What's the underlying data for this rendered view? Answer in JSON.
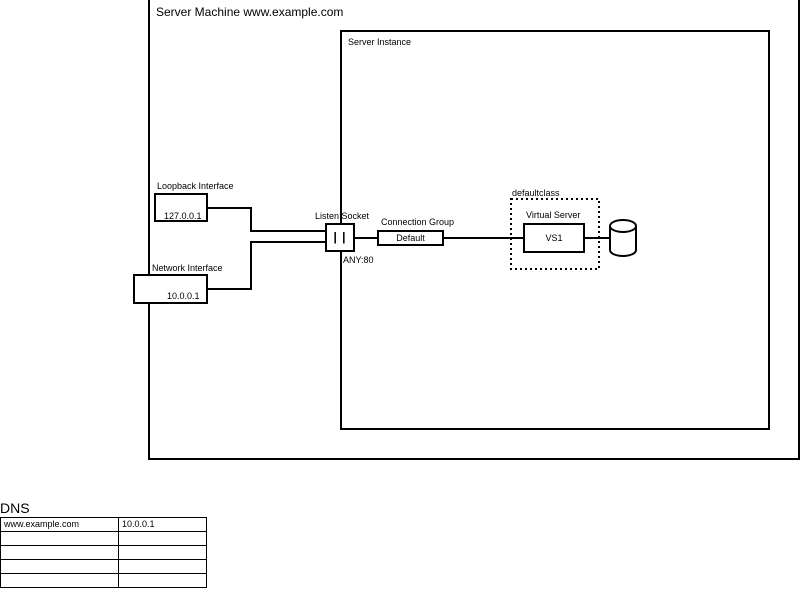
{
  "server_machine": {
    "title": "Server Machine www.example.com"
  },
  "server_instance": {
    "title": "Server Instance"
  },
  "loopback_interface": {
    "label": "Loopback Interface",
    "ip": "127.0.0.1"
  },
  "network_interface": {
    "label": "Network Interface",
    "ip": "10.0.0.1"
  },
  "listen_socket": {
    "label": "Listen Socket",
    "glyph": "| |",
    "address": "ANY:80"
  },
  "connection_group": {
    "label": "Connection Group",
    "name": "Default"
  },
  "virtual_server_class": {
    "label": "defaultclass"
  },
  "virtual_server": {
    "label": "Virtual Server",
    "name": "VS1"
  },
  "database_icon": "database-icon",
  "dns": {
    "title": "DNS",
    "rows": [
      [
        "www.example.com",
        "10.0.0.1"
      ],
      [
        "",
        ""
      ],
      [
        "",
        ""
      ],
      [
        "",
        ""
      ],
      [
        "",
        ""
      ]
    ]
  }
}
